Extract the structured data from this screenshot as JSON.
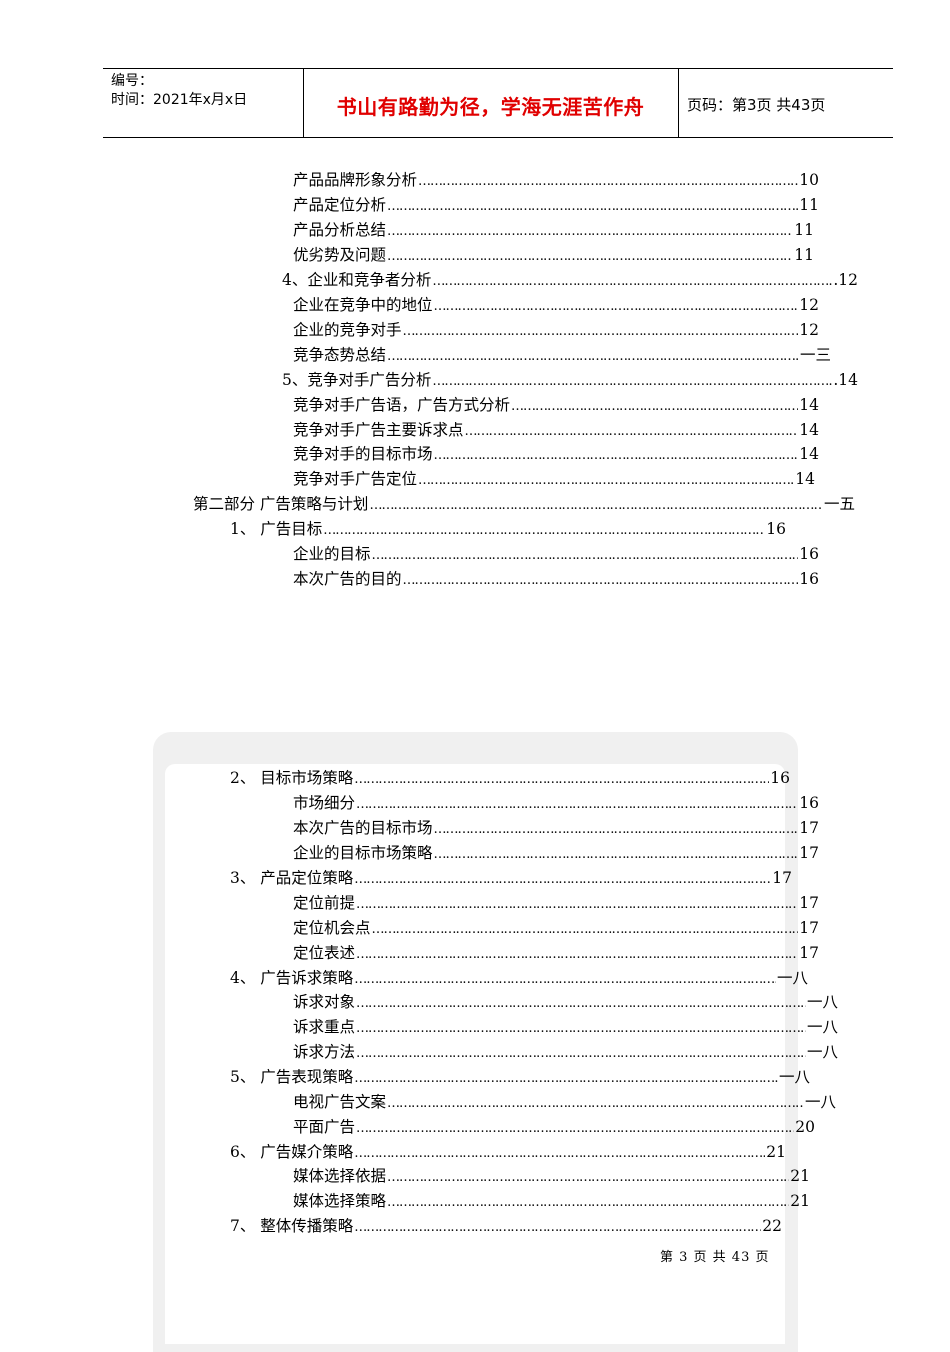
{
  "header": {
    "serial_label": "编号：",
    "time_label": "时间：2021年x月x日",
    "motto": "书山有路勤为径，学海无涯苦作舟",
    "page_info": "页码：第3页  共43页"
  },
  "toc_top": [
    {
      "label": "产品品牌形象分析",
      "page": "10"
    },
    {
      "label": "产品定位分析",
      "page": "11"
    },
    {
      "label": "产品分析总结",
      "page": "11"
    },
    {
      "label": "优劣势及问题",
      "page": "11"
    },
    {
      "label": "4、企业和竞争者分析",
      "page": ".12"
    },
    {
      "label": "企业在竞争中的地位",
      "page": "12"
    },
    {
      "label": "企业的竞争对手",
      "page": "12"
    },
    {
      "label": "竞争态势总结",
      "page": "一三"
    },
    {
      "label": "5、竞争对手广告分析",
      "page": ".14"
    },
    {
      "label": "竞争对手广告语，广告方式分析",
      "page": "14"
    },
    {
      "label": "竞争对手广告主要诉求点",
      "page": "14"
    },
    {
      "label": "竞争对手的目标市场",
      "page": "14"
    },
    {
      "label": "竞争对手广告定位",
      "page": "14"
    },
    {
      "label": "第二部分  广告策略与计划",
      "page": "一五"
    },
    {
      "label": "1、 广告目标",
      "page": "16"
    },
    {
      "label": "企业的目标",
      "page": "16"
    },
    {
      "label": "本次广告的目的",
      "page": "16"
    }
  ],
  "toc_bottom": [
    {
      "label": "2、 目标市场策略",
      "page": "16"
    },
    {
      "label": "市场细分",
      "page": "16"
    },
    {
      "label": "本次广告的目标市场",
      "page": "17"
    },
    {
      "label": "企业的目标市场策略",
      "page": "17"
    },
    {
      "label": "3、 产品定位策略",
      "page": "17"
    },
    {
      "label": "定位前提",
      "page": "17"
    },
    {
      "label": "定位机会点",
      "page": "17"
    },
    {
      "label": "定位表述",
      "page": "17"
    },
    {
      "label": "4、 广告诉求策略",
      "page": "一八"
    },
    {
      "label": "诉求对象",
      "page": "一八"
    },
    {
      "label": "诉求重点",
      "page": "一八"
    },
    {
      "label": "诉求方法",
      "page": "一八"
    },
    {
      "label": "5、 广告表现策略",
      "page": "一八"
    },
    {
      "label": "电视广告文案",
      "page": "一八"
    },
    {
      "label": "平面广告",
      "page": "20"
    },
    {
      "label": "6、 广告媒介策略",
      "page": "21"
    },
    {
      "label": "媒体选择依据",
      "page": "21"
    },
    {
      "label": "媒体选择策略",
      "page": "21"
    },
    {
      "label": "7、 整体传播策略",
      "page": "22"
    }
  ],
  "footer": {
    "page_text": "第 3 页 共 43 页"
  }
}
